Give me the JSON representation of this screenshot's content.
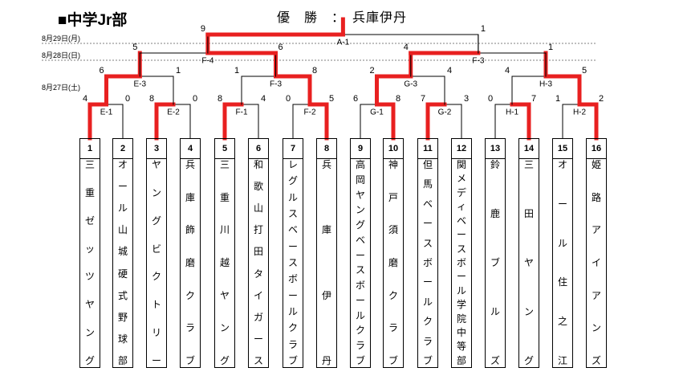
{
  "header": {
    "title": "■中学Jr部",
    "champion": "優　勝　：　兵庫伊丹"
  },
  "dates": {
    "final": "8月29日(月)",
    "semi": "8月28日(日)",
    "early": "8月27日(土)"
  },
  "teams": [
    {
      "num": "1",
      "name": "三重ゼッツヤング"
    },
    {
      "num": "2",
      "name": "オール山城硬式野球部"
    },
    {
      "num": "3",
      "name": "ヤングビクトリー"
    },
    {
      "num": "4",
      "name": "兵庫飾磨クラブ"
    },
    {
      "num": "5",
      "name": "三重川越ヤング"
    },
    {
      "num": "6",
      "name": "和歌山打田タイガース"
    },
    {
      "num": "7",
      "name": "レグルスベースボールクラブ"
    },
    {
      "num": "8",
      "name": "兵庫伊丹"
    },
    {
      "num": "9",
      "name": "高岡ヤングベースボールクラブ"
    },
    {
      "num": "10",
      "name": "神戸須磨クラブ"
    },
    {
      "num": "11",
      "name": "但馬ベースボールクラブ"
    },
    {
      "num": "12",
      "name": "関メディベースボール学院中等部"
    },
    {
      "num": "13",
      "name": "鈴鹿ブルズ"
    },
    {
      "num": "14",
      "name": "三田ヤング"
    },
    {
      "num": "15",
      "name": "オール住之江"
    },
    {
      "num": "16",
      "name": "姫路アイアンズ"
    }
  ],
  "matches": [
    {
      "label": "E-1",
      "left_score": "4",
      "right_score": "0"
    },
    {
      "label": "E-2",
      "left_score": "8",
      "right_score": "0"
    },
    {
      "label": "F-1",
      "left_score": "8",
      "right_score": "4"
    },
    {
      "label": "F-2",
      "left_score": "0",
      "right_score": "5"
    },
    {
      "label": "G-1",
      "left_score": "6",
      "right_score": "8"
    },
    {
      "label": "G-2",
      "left_score": "7",
      "right_score": "3"
    },
    {
      "label": "H-1",
      "left_score": "0",
      "right_score": "7"
    },
    {
      "label": "H-2",
      "left_score": "1",
      "right_score": "2"
    },
    {
      "label": "E-3",
      "left_score": "6",
      "right_score": "1"
    },
    {
      "label": "F-3",
      "left_score": "1",
      "right_score": "8"
    },
    {
      "label": "G-3",
      "left_score": "2",
      "right_score": "4"
    },
    {
      "label": "H-3",
      "left_score": "4",
      "right_score": "5"
    },
    {
      "label": "F-4",
      "left_score": "5",
      "right_score": "6"
    },
    {
      "label": "F-3",
      "left_score": "4",
      "right_score": "1"
    },
    {
      "label": "A-1",
      "left_score": "9",
      "right_score": "1"
    }
  ],
  "colors": {
    "winner_line": "#e82020",
    "line": "#000000"
  }
}
